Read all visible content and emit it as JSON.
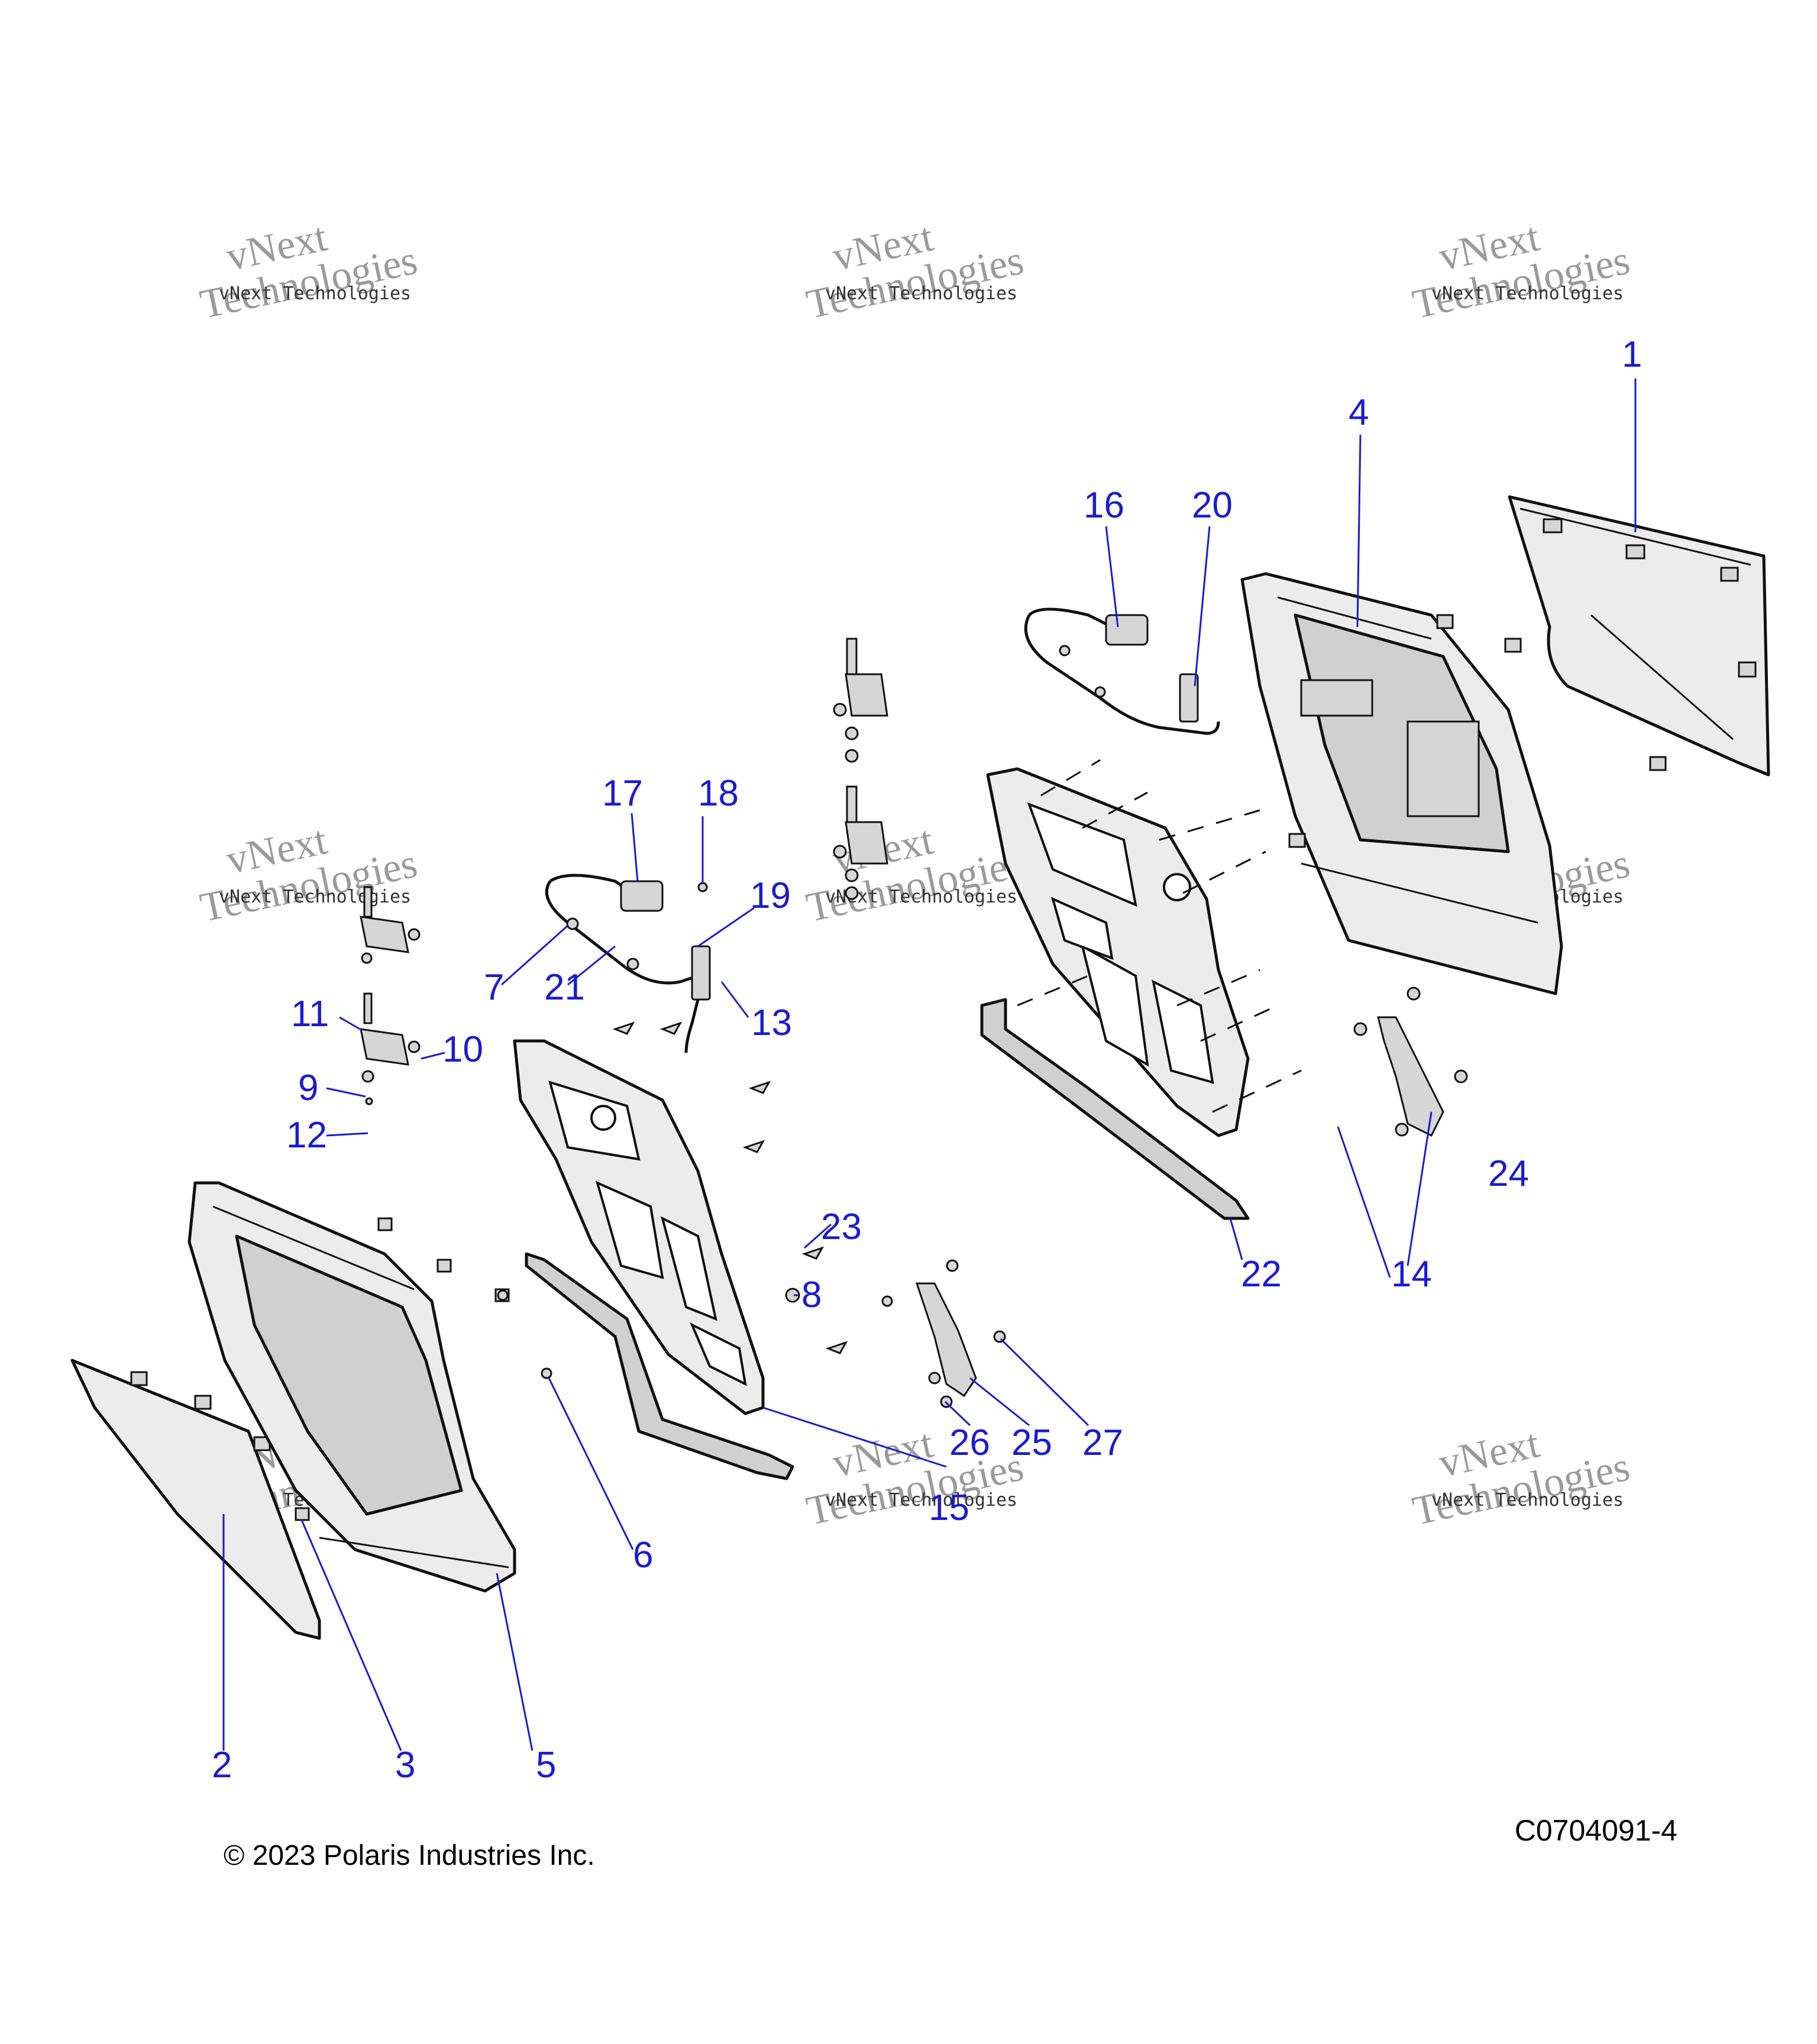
{
  "diagram": {
    "callouts": [
      "1",
      "2",
      "3",
      "4",
      "5",
      "6",
      "7",
      "8",
      "9",
      "10",
      "11",
      "12",
      "13",
      "14",
      "15",
      "16",
      "17",
      "18",
      "19",
      "20",
      "21",
      "22",
      "23",
      "24",
      "25",
      "26",
      "27"
    ],
    "watermark_text": "vNext Technologies",
    "watermark_line1": "vNext",
    "watermark_line2": "Technologies",
    "copyright": "© 2023 Polaris Industries Inc.",
    "figure_id": "C0704091-4",
    "callout_color": "#1a1ad6"
  }
}
